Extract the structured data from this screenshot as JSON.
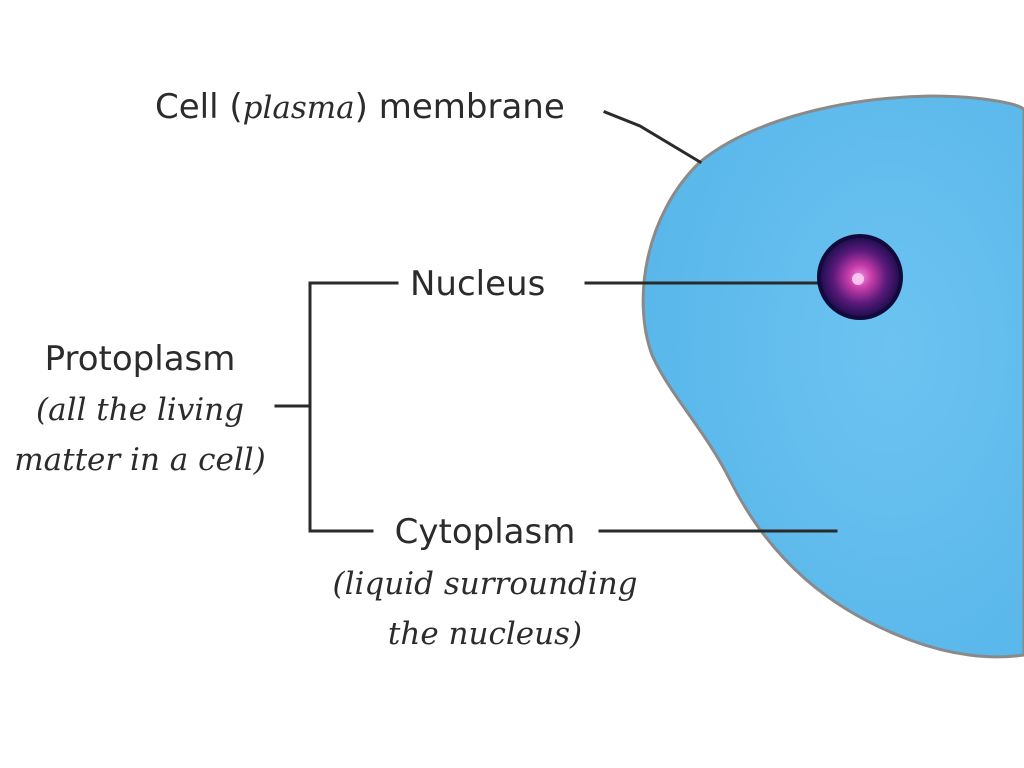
{
  "labels": {
    "membrane": {
      "prefix": "Cell (",
      "italic": "plasma",
      "suffix": ") membrane"
    },
    "nucleus": "Nucleus",
    "protoplasm": {
      "title": "Protoplasm",
      "desc_line1": "(all the living",
      "desc_line2": "matter in a cell)"
    },
    "cytoplasm": {
      "title": "Cytoplasm",
      "desc_line1": "(liquid surrounding",
      "desc_line2": "the nucleus)"
    }
  },
  "colors": {
    "cell_fill": "#62bdee",
    "cell_outline": "#8a8a8a",
    "nucleus_outer": "#1a0d4d",
    "nucleus_inner": "#c23aa8",
    "leader_lines": "#2a2a2a"
  }
}
